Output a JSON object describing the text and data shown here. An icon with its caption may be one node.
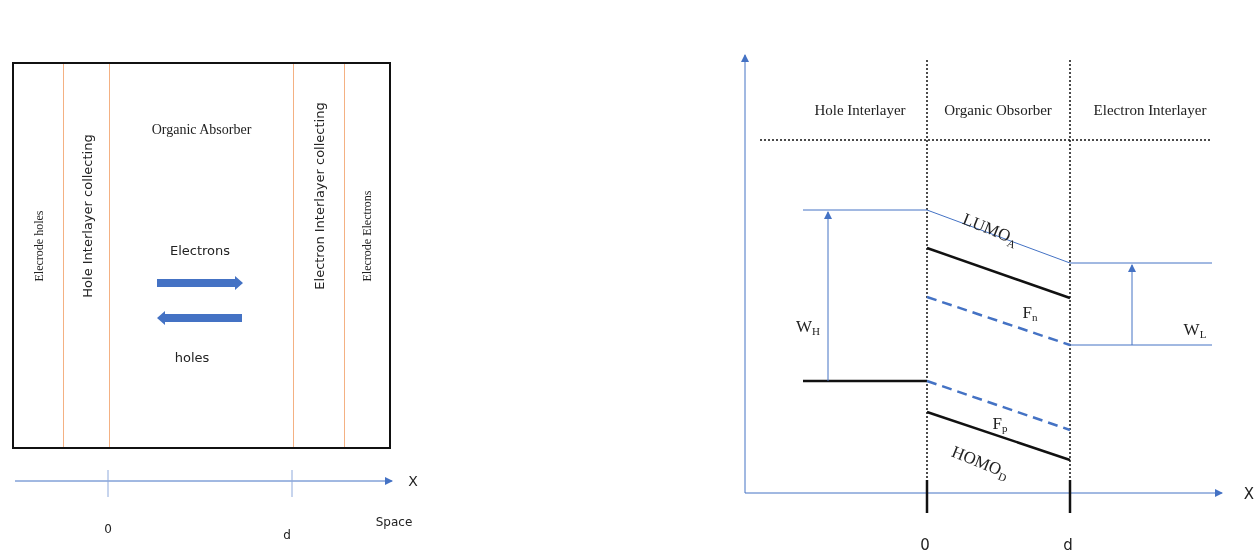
{
  "diagram": {
    "nodes": [
      {
        "text": [],
        "shape": "box"
      },
      {
        "text": [
          "Elecrode holes"
        ],
        "in": 0
      },
      {
        "text": [
          "Hole Interlayer collecting"
        ],
        "in": 0
      },
      {
        "text": [
          "Organic Absorber"
        ],
        "in": 0
      },
      {
        "text": [
          "Electron Interlayer collecting"
        ],
        "in": 0
      },
      {
        "text": [
          "Elecrode Electrons"
        ],
        "in": 0
      }
    ],
    "labels": [
      "Electrons",
      "holes",
      "X",
      "0",
      "d",
      "Space",
      "Hole Interlayer",
      "Organic Obsorber",
      "Electron Interlayer",
      "LUMO$_{A}$",
      "F$_{n}$",
      "W$_{H}$",
      "W$_{L}$",
      "F$_{p}$",
      "HOMO$_{D}$",
      "X",
      "0",
      "d"
    ]
  }
}
